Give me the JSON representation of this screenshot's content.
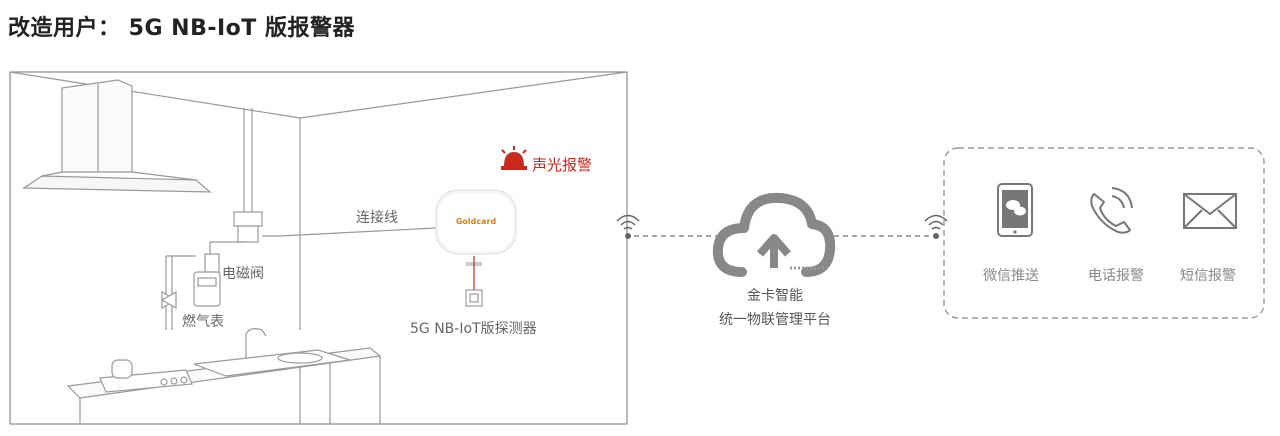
{
  "title": "改造用户： 5G NB-IoT 版报警器",
  "labels": {
    "connect_line": "连接线",
    "solenoid_valve": "电磁阀",
    "gas_meter": "燃气表",
    "alarm_light": "声光报警",
    "detector": "5G NB-IoT版探测器",
    "brand_logo": "Goldcard",
    "platform_line1": "金卡智能",
    "platform_line2": "统一物联管理平台",
    "wechat_push": "微信推送",
    "phone_alarm": "电话报警",
    "sms_alarm": "短信报警"
  },
  "colors": {
    "alarm": "#c8291c",
    "line": "#8c8c8c",
    "icon": "#888888"
  }
}
